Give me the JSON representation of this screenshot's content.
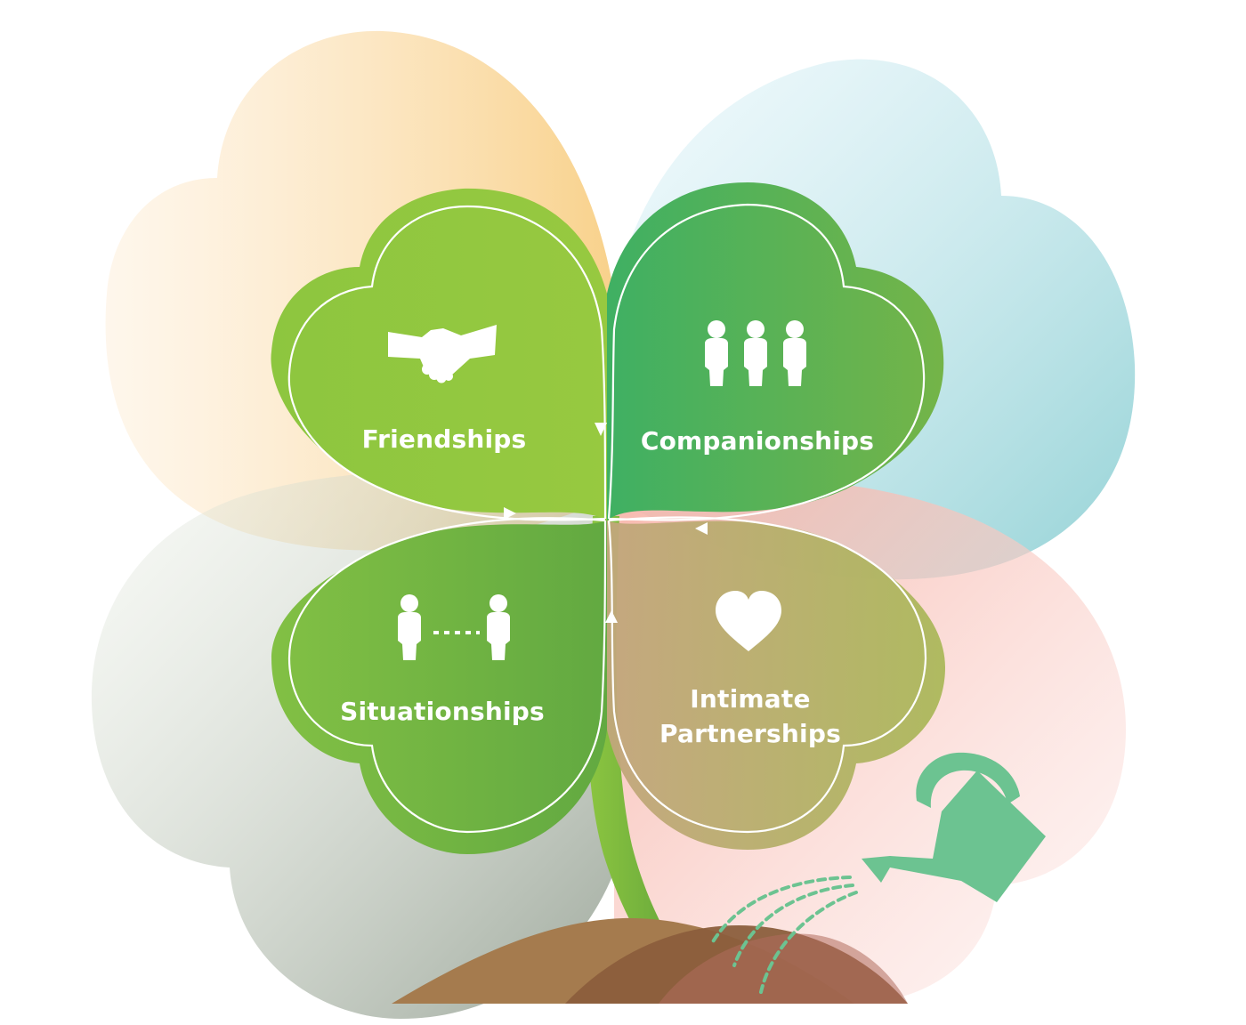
{
  "leaves": {
    "friendships": {
      "label": "Friendships",
      "icon": "handshake-icon"
    },
    "companionships": {
      "label": "Companionships",
      "icon": "three-people-icon"
    },
    "situationships": {
      "label": "Situationships",
      "icon": "two-people-dotted-icon"
    },
    "intimate": {
      "label_line1": "Intimate",
      "label_line2": "Partnerships",
      "icon": "heart-icon"
    }
  },
  "decor": {
    "watering_can": "watering-can-icon",
    "soil": "soil-mound"
  },
  "colors": {
    "friendships": "#8dc63f",
    "companionships": "#4cb25f",
    "situationships": "#78b843",
    "intimate": "#b5ab6a",
    "watering_can": "#6cc391",
    "soil": "#a0764a"
  }
}
